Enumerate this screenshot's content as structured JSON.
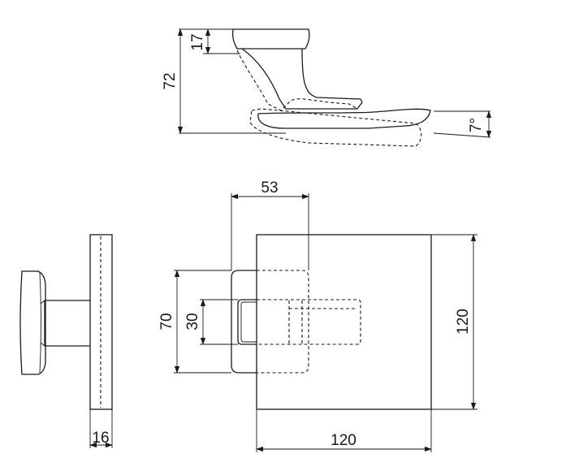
{
  "dimensions": {
    "height_rose": "17",
    "total_height": "72",
    "tilt_angle": "7°",
    "spacing": "53",
    "outer_height": "70",
    "inner_height": "30",
    "plate_height": "120",
    "plate_width": "120",
    "plate_thickness": "16"
  }
}
